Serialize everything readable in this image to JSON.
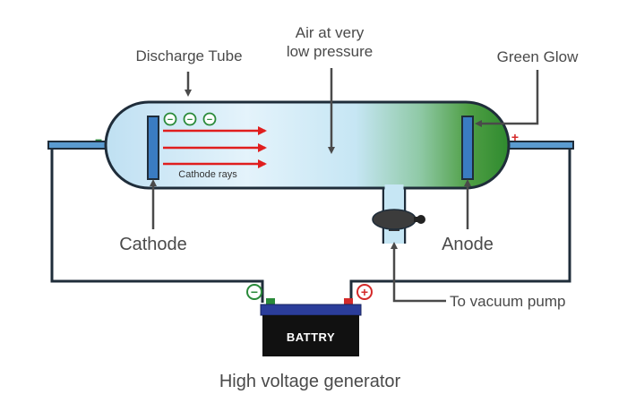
{
  "labels": {
    "discharge_tube": "Discharge Tube",
    "air_line1": "Air at very",
    "air_line2": "low pressure",
    "green_glow": "Green Glow",
    "cathode_rays": "Cathode rays",
    "cathode": "Cathode",
    "anode": "Anode",
    "vacuum_pump": "To vacuum pump",
    "battery": "BATTRY",
    "generator": "High voltage generator"
  },
  "signs": {
    "cathode_terminal": "–",
    "anode_terminal": "+",
    "battery_negative": "−",
    "battery_positive": "+",
    "electron": "−"
  },
  "colors": {
    "rays": "#e01e1e",
    "glow": "#3f9a3a",
    "electrode": "#3a7cc2",
    "wire": "#1f2d3a",
    "battery_body": "#111111",
    "battery_top": "#2b3d9a",
    "negative_terminal": "#2a8a3a",
    "positive_terminal": "#d42a2a",
    "label_text": "#4a4a4a"
  }
}
